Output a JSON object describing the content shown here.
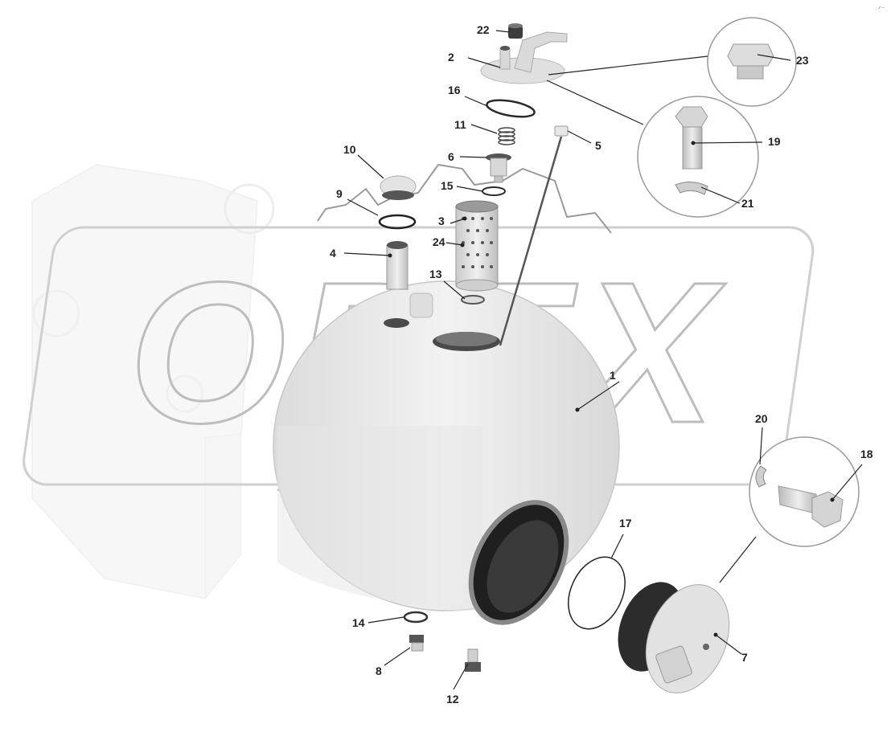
{
  "diagram": {
    "watermark": "OPEX",
    "corner_mark": "ᐟ⁻"
  },
  "callouts": [
    {
      "id": "c1",
      "label": "1"
    },
    {
      "id": "c2",
      "label": "2"
    },
    {
      "id": "c3",
      "label": "3"
    },
    {
      "id": "c4",
      "label": "4"
    },
    {
      "id": "c5",
      "label": "5"
    },
    {
      "id": "c6",
      "label": "6"
    },
    {
      "id": "c7",
      "label": "7"
    },
    {
      "id": "c8",
      "label": "8"
    },
    {
      "id": "c9",
      "label": "9"
    },
    {
      "id": "c10",
      "label": "10"
    },
    {
      "id": "c11",
      "label": "11"
    },
    {
      "id": "c12",
      "label": "12"
    },
    {
      "id": "c13",
      "label": "13"
    },
    {
      "id": "c14",
      "label": "14"
    },
    {
      "id": "c15",
      "label": "15"
    },
    {
      "id": "c16",
      "label": "16"
    },
    {
      "id": "c17",
      "label": "17"
    },
    {
      "id": "c18",
      "label": "18"
    },
    {
      "id": "c19",
      "label": "19"
    },
    {
      "id": "c20",
      "label": "20"
    },
    {
      "id": "c21",
      "label": "21"
    },
    {
      "id": "c22",
      "label": "22"
    },
    {
      "id": "c23",
      "label": "23"
    },
    {
      "id": "c24",
      "label": "24"
    }
  ],
  "colors": {
    "part_fill": "#e9e9e9",
    "part_stroke": "#b5b5b5",
    "dark": "#3a3a3a",
    "ghost": "#f1f1f1",
    "watermark_stroke": "#c8c8c8"
  }
}
